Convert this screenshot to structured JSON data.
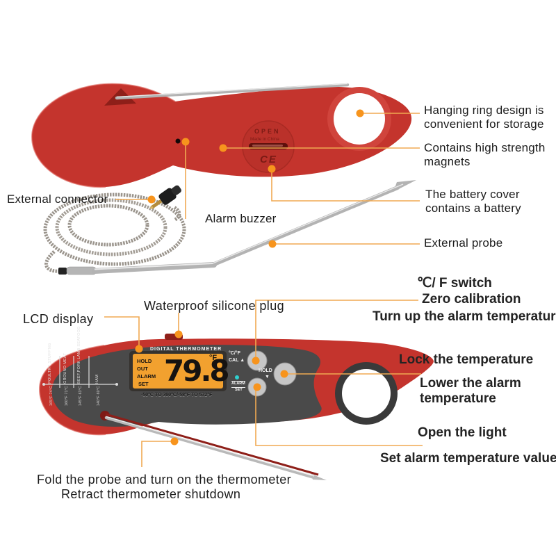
{
  "colors": {
    "body_red": "#c4342d",
    "body_red_dark": "#8e1f19",
    "face_gray": "#4a4a4a",
    "lcd_orange": "#f2a12f",
    "leader_line": "#f0a952",
    "leader_dot": "#f7941d",
    "teal_indicator": "#2fd0cf",
    "label_text": "#1f1f1f"
  },
  "back_view": {
    "battery_cover": {
      "open_label": "OPEN",
      "made_in_label": "Made in China",
      "ce_label": "CE"
    },
    "annotations": {
      "external_connector": "External connector",
      "alarm_buzzer": "Alarm buzzer",
      "hanging_ring": "Hanging ring design is convenient for storage",
      "magnets": "Contains high strength magnets",
      "battery_cover": "The battery cover contains a battery",
      "external_probe": "External probe"
    }
  },
  "front_view": {
    "brand_title": "DIGITAL THERMOMETER",
    "lcd": {
      "status": [
        "HOLD",
        "OUT",
        "ALARM",
        "SET"
      ],
      "temperature_value": "79.8",
      "temperature_unit": "°F",
      "range_text": "-50°C TO 300°C/-58°F TO 572°F"
    },
    "buttons": {
      "cf_line1": "°C/°F",
      "cf_line2": "CAL ▲",
      "hold_label": "HOLD",
      "hold_arrow": "▼",
      "alarm_line1": "ALARM",
      "alarm_line2": "SET"
    },
    "meat_chart": {
      "items": [
        {
          "label": "POULTRY STUFF'NG",
          "temp": "165°F 74°C"
        },
        {
          "label": "GROUND MEAT",
          "temp": "160°F 71°C"
        },
        {
          "label": "BEEF,PORK LAMB SEAFOOD",
          "temp": "145°F 63°C"
        },
        {
          "label": "HAM",
          "temp": "140°F 60°C"
        }
      ]
    },
    "annotations": {
      "lcd_display": "LCD display",
      "waterproof_plug": "Waterproof silicone plug",
      "cf_switch": "℃/ F switch",
      "zero_calibration": "Zero calibration",
      "turn_up_alarm": "Turn up the alarm temperature",
      "lock_temperature": "Lock the temperature",
      "lower_alarm": "Lower the alarm temperature",
      "open_light": "Open the light",
      "set_alarm_value": "Set alarm temperature value",
      "fold_probe": "Fold the probe and turn on the thermometer",
      "retract_shutdown": "Retract thermometer shutdown"
    }
  }
}
